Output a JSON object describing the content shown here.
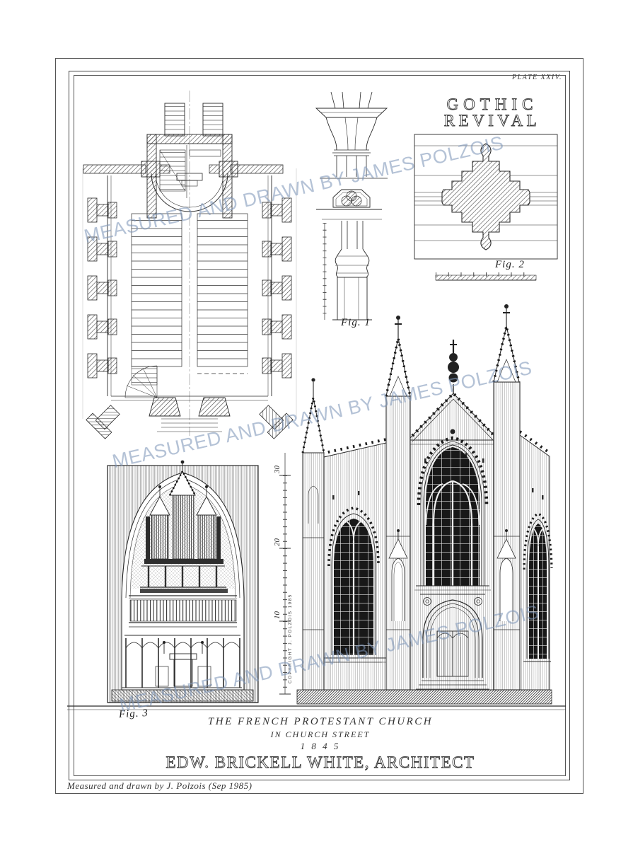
{
  "plate": {
    "number": "PLATE XXIV.",
    "style_line1": "GOTHIC",
    "style_line2": "REVIVAL"
  },
  "figures": {
    "fig1_label": "Fig. 1",
    "fig2_label": "Fig. 2",
    "fig3_label": "Fig. 3"
  },
  "scale": {
    "tick_labels": [
      "30",
      "20",
      "10"
    ],
    "copyright_note": "COPYRIGHT  J. POLZOIS  1985"
  },
  "title_block": {
    "line1": "THE  FRENCH  PROTESTANT  CHURCH",
    "line2": "IN  CHURCH  STREET",
    "line3": "1 8 4 5",
    "line4": "EDW.  BRICKELL  WHITE,  ARCHITECT"
  },
  "credit_line": "Measured and drawn by J. Polzois (Sep 1985)",
  "watermark": {
    "text": "MEASURED AND DRAWN BY JAMES POLZOIS",
    "color": "#7e96b8"
  },
  "colors": {
    "ink": "#2a2a2a",
    "paper": "#ffffff"
  }
}
